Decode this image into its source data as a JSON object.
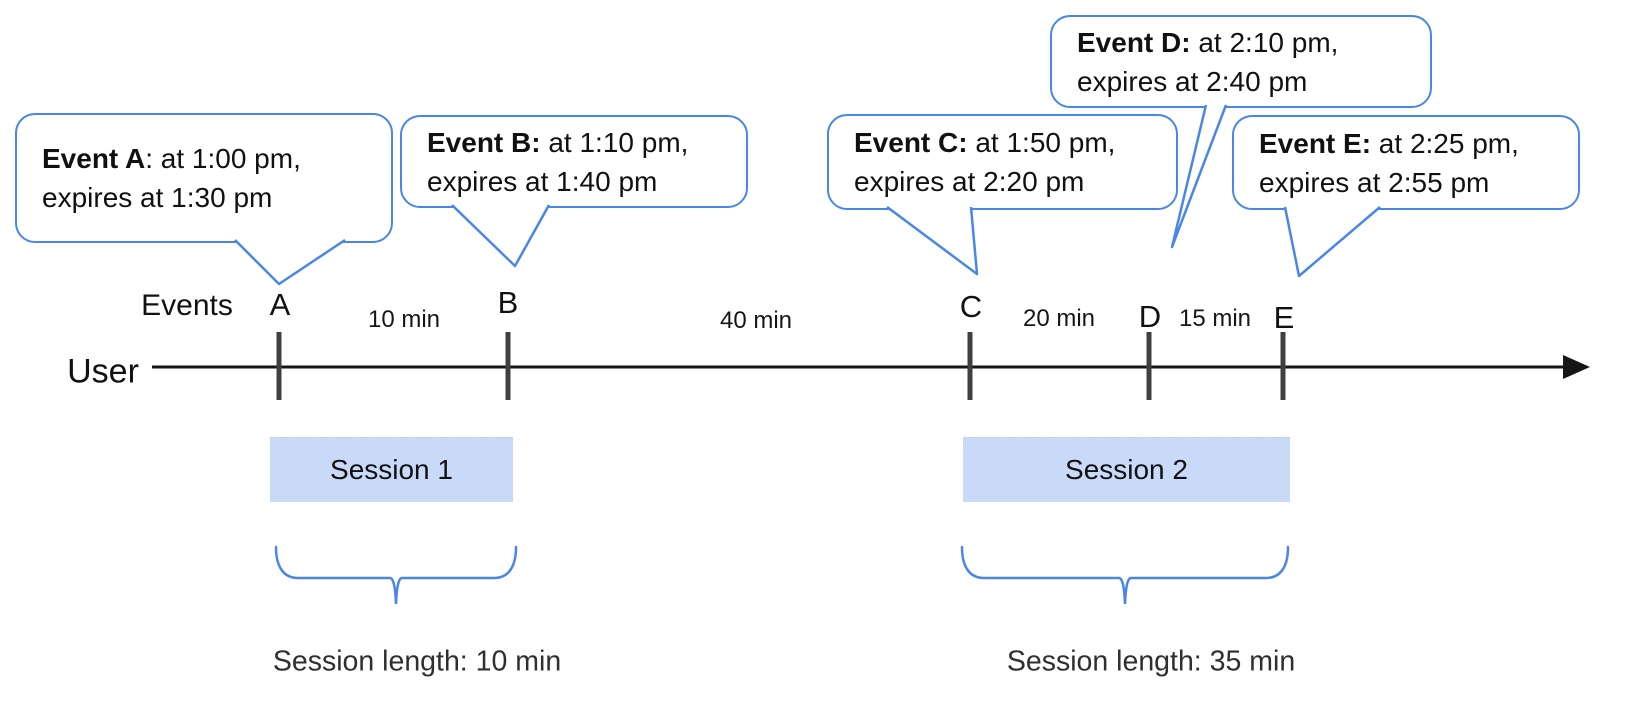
{
  "diagram": {
    "title_context": "Event and session timeline",
    "axis_label": "User",
    "events_row_label": "Events"
  },
  "events": [
    {
      "letter": "A",
      "bold": "Event A",
      "rest": ": at 1:00 pm,",
      "line2": "expires at 1:30 pm"
    },
    {
      "letter": "B",
      "bold": "Event B:",
      "rest": " at 1:10 pm,",
      "line2": "expires at 1:40 pm"
    },
    {
      "letter": "C",
      "bold": "Event C:",
      "rest": " at 1:50 pm,",
      "line2": "expires at 2:20 pm"
    },
    {
      "letter": "D",
      "bold": "Event D:",
      "rest": " at 2:10 pm,",
      "line2": "expires at 2:40 pm"
    },
    {
      "letter": "E",
      "bold": "Event E:",
      "rest": " at 2:25 pm,",
      "line2": "expires at 2:55 pm"
    }
  ],
  "gaps": [
    {
      "between": "A-B",
      "label": "10 min"
    },
    {
      "between": "B-C",
      "label": "40 min"
    },
    {
      "between": "C-D",
      "label": "20 min"
    },
    {
      "between": "D-E",
      "label": "15 min"
    }
  ],
  "sessions": [
    {
      "label": "Session 1",
      "length_label": "Session length: 10 min"
    },
    {
      "label": "Session 2",
      "length_label": "Session length: 35 min"
    }
  ],
  "colors": {
    "bubble_border": "#4a86e8",
    "brace": "#4a86e8",
    "session_fill": "#c9daf8",
    "tick": "#404040",
    "timeline": "#161616",
    "text": "#111111"
  }
}
